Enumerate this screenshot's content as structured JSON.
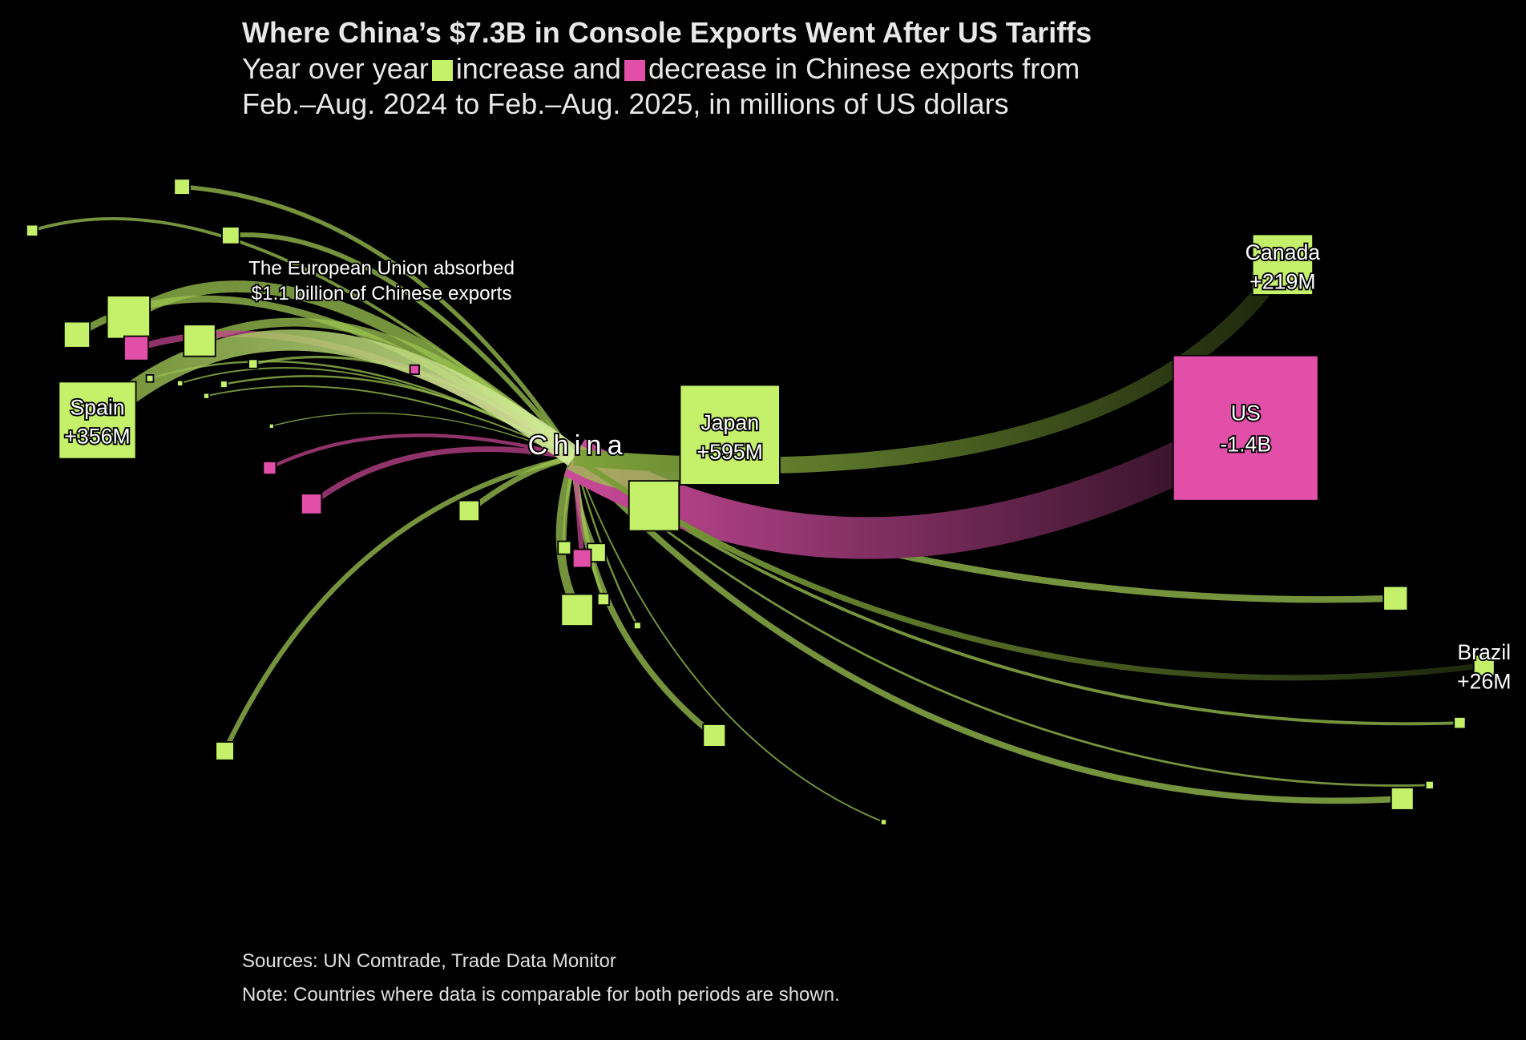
{
  "title": "Where China’s $7.3B in Console Exports Went After US Tariffs",
  "subtitle": {
    "part1": "Year over year",
    "part2": "increase and",
    "part3": "decrease in Chinese exports from",
    "line2": "Feb.–Aug. 2024 to Feb.–Aug. 2025, in millions of US dollars"
  },
  "colors": {
    "increase": "#c4f06a",
    "decrease": "#e14fa8",
    "background": "#000000"
  },
  "origin_label": "China",
  "annotation": [
    "The European Union absorbed",
    "$1.1 billion of Chinese exports"
  ],
  "footer": {
    "sources": "Sources: UN Comtrade, Trade Data Monitor",
    "note": "Note: Countries where data is comparable for both periods are shown."
  },
  "chart_data": {
    "type": "flow-map",
    "title": "Where China’s $7.3B in Console Exports Went After US Tariffs",
    "units": "millions of US dollars",
    "labeled": [
      {
        "name": "US",
        "label": "-1.4B",
        "value": -1400
      },
      {
        "name": "Japan",
        "label": "+595M",
        "value": 595
      },
      {
        "name": "Spain",
        "label": "+356M",
        "value": 356
      },
      {
        "name": "Canada",
        "label": "+219M",
        "value": 219
      },
      {
        "name": "Brazil",
        "label": "+26M",
        "value": 26
      }
    ],
    "unlabeled_values": [
      110,
      40,
      15,
      18,
      8,
      60,
      150,
      -35,
      -25,
      -10,
      -5,
      5,
      3,
      3,
      2,
      2,
      1,
      25,
      60,
      20,
      10,
      8,
      30,
      -20,
      35,
      4,
      30,
      8,
      20,
      3,
      2
    ]
  }
}
